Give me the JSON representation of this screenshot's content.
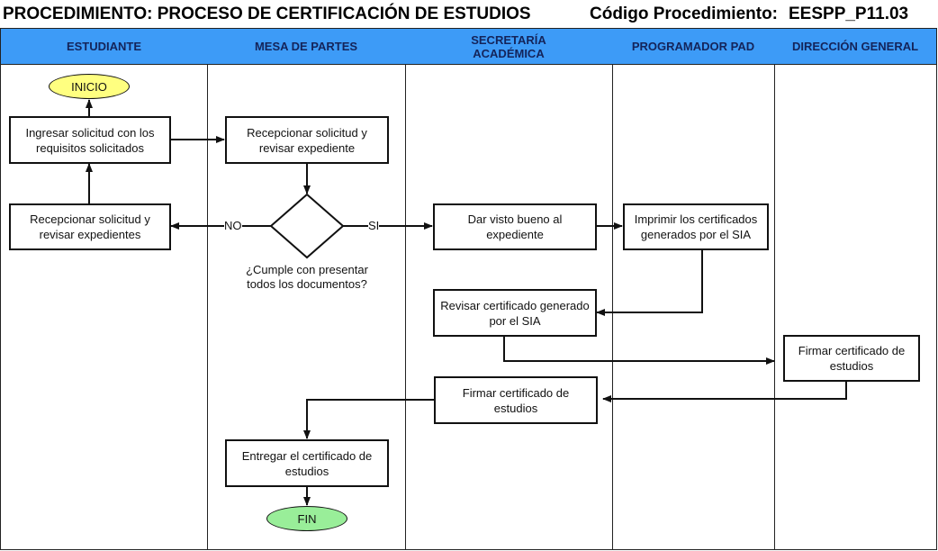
{
  "header": {
    "title": "PROCEDIMIENTO: PROCESO DE CERTIFICACIÓN DE ESTUDIOS",
    "code_label": "Código Procedimiento:",
    "code_value": "EESPP_P11.03"
  },
  "lanes": [
    "ESTUDIANTE",
    "MESA DE PARTES",
    "SECRETARÍA ACADÉMICA",
    "PROGRAMADOR PAD",
    "DIRECCIÓN GENERAL"
  ],
  "nodes": {
    "start": "INICIO",
    "ingresar": "Ingresar solicitud con los requisitos solicitados",
    "recepcionar_mp": "Recepcionar solicitud y revisar expediente",
    "decision": "¿Cumple con presentar todos los documentos?",
    "recepcionar_est": "Recepcionar solicitud y revisar expedientes",
    "visto_bueno": "Dar visto bueno al expediente",
    "imprimir": "Imprimir los certificados generados por el SIA",
    "revisar": "Revisar certificado generado por el SIA",
    "firmar_dg": "Firmar certificado de estudios",
    "firmar_sa": "Firmar certificado de estudios",
    "entregar": "Entregar el certificado de estudios",
    "end": "FIN"
  },
  "edge_labels": {
    "no": "NO",
    "si": "SI"
  },
  "colors": {
    "header": "#3d9bf7",
    "start": "#ffff80",
    "end": "#99ee99"
  }
}
